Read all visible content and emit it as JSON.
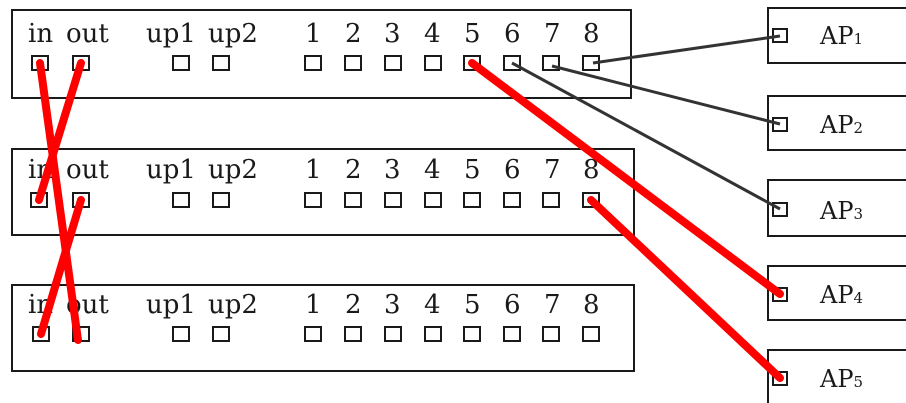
{
  "hubs": [
    {
      "ports": [
        "in",
        "out",
        "up1",
        "up2",
        "1",
        "2",
        "3",
        "4",
        "5",
        "6",
        "7",
        "8"
      ]
    },
    {
      "ports": [
        "in",
        "out",
        "up1",
        "up2",
        "1",
        "2",
        "3",
        "4",
        "5",
        "6",
        "7",
        "8"
      ]
    },
    {
      "ports": [
        "in",
        "out",
        "up1",
        "up2",
        "1",
        "2",
        "3",
        "4",
        "5",
        "6",
        "7",
        "8"
      ]
    }
  ],
  "access_points": [
    {
      "prefix": "AP",
      "index": "1"
    },
    {
      "prefix": "AP",
      "index": "2"
    },
    {
      "prefix": "AP",
      "index": "3"
    },
    {
      "prefix": "AP",
      "index": "4"
    },
    {
      "prefix": "AP",
      "index": "5"
    }
  ],
  "colors": {
    "cable": "#333333",
    "cascade": "#ff0000",
    "outline": "#1a1a1a"
  }
}
